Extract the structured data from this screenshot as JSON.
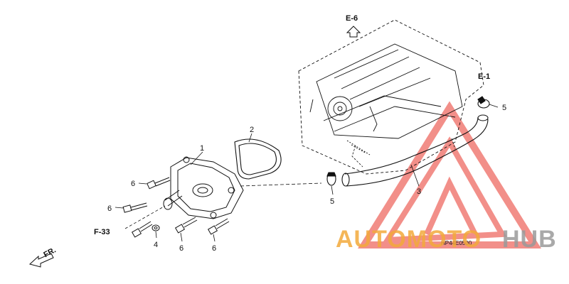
{
  "refs": {
    "top_ref": "E-6",
    "right_ref": "E-1",
    "left_ref": "F-33",
    "direction_label": "FR."
  },
  "callouts": {
    "c1": "1",
    "c2": "2",
    "c3": "3",
    "c4": "4",
    "c5_upper": "5",
    "c5_lower": "5",
    "c6_a": "6",
    "c6_b": "6",
    "c6_c": "6",
    "c6_d": "6"
  },
  "diagram_code": "HP44E0500",
  "watermark": {
    "word_orange": "AUTOMOTO",
    "word_gray": "HUB",
    "orange_color": "#f2a93b",
    "gray_color": "#9a9a9a",
    "logo_color": "#e8342a"
  },
  "colors": {
    "line": "#111111"
  },
  "icons": {
    "up_arrow": "outline-up-arrow-icon",
    "direction_arrow": "fr-arrow-icon"
  }
}
